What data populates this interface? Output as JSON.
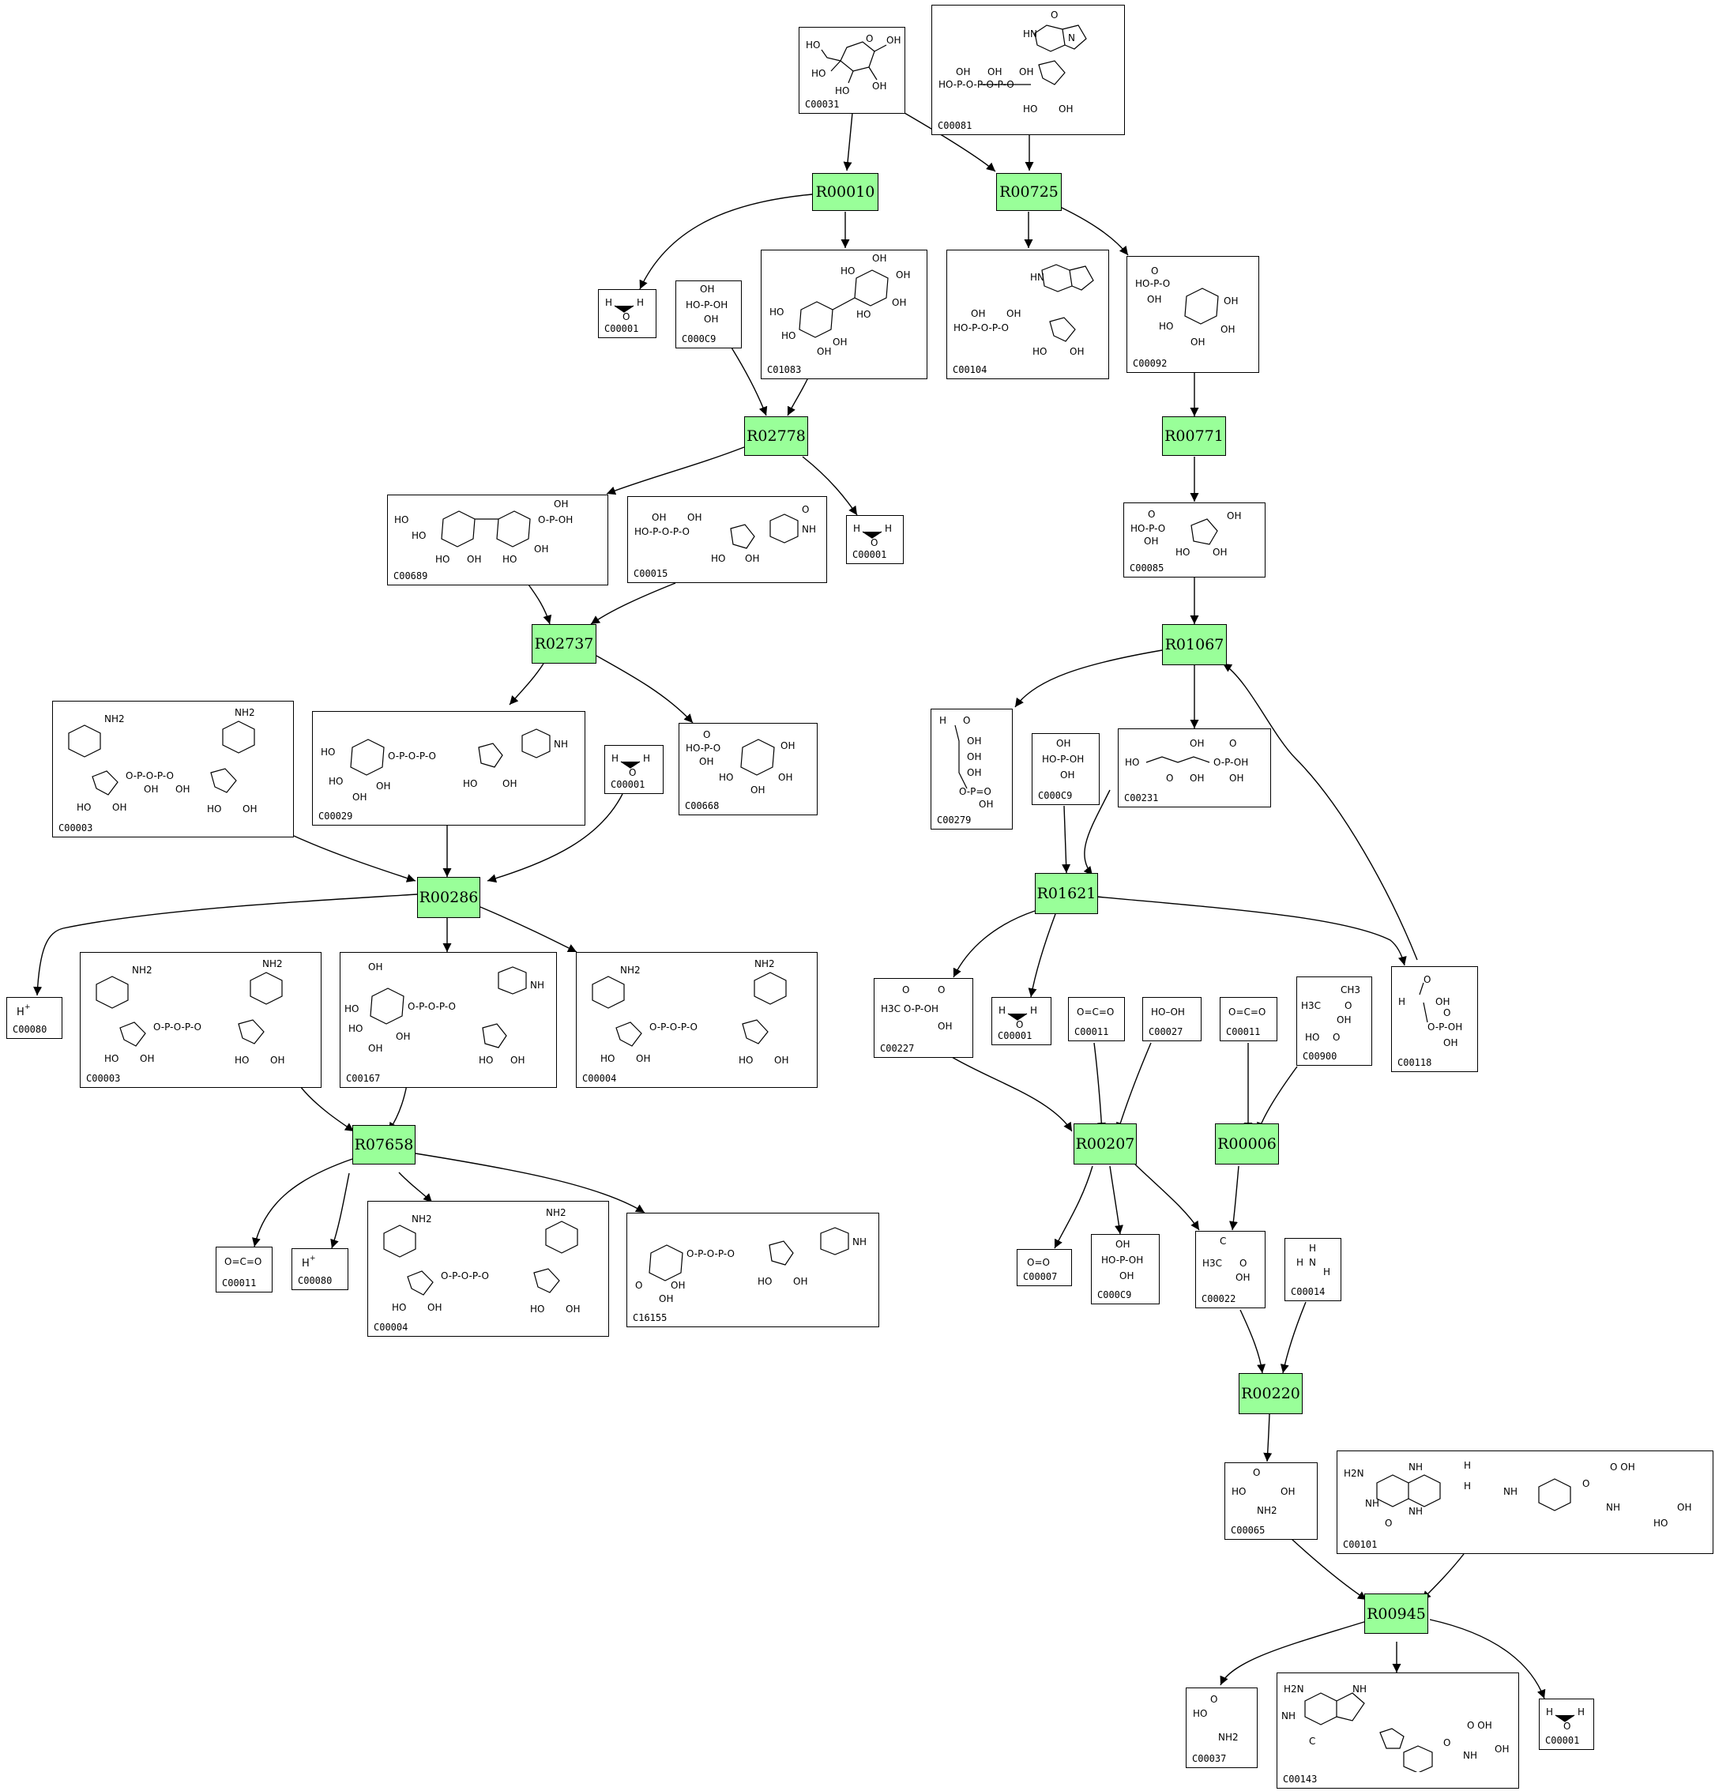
{
  "colors": {
    "reaction_fill": "#99ff99",
    "compound_fill": "#ffffff",
    "edge": "#000000"
  },
  "reactions": {
    "R00010": "R00010",
    "R00725": "R00725",
    "R02778": "R02778",
    "R00771": "R00771",
    "R02737": "R02737",
    "R01067": "R01067",
    "R00286": "R00286",
    "R01621": "R01621",
    "R07658": "R07658",
    "R00207": "R00207",
    "R00006": "R00006",
    "R00220": "R00220",
    "R00945": "R00945"
  },
  "compounds": {
    "c_C00031": "C00031",
    "c_C00081": "C00081",
    "c_C00001_a": "C00001",
    "c_C00009_a": "C000C9",
    "c_C01083": "C01083",
    "c_C00104": "C00104",
    "c_C00092": "C00092",
    "c_C00689": "C00689",
    "c_C00015": "C00015",
    "c_C00001_b": "C00001",
    "c_C00085": "C00085",
    "c_C00003_a": "C00003",
    "c_C00029": "C00029",
    "c_C00001_c": "C00001",
    "c_C00668": "C00668",
    "c_C00279": "C00279",
    "c_C00009_b": "C000C9",
    "c_C00231": "C00231",
    "c_C00080_a": "C00080",
    "c_C00003_b": "C00003",
    "c_C00167": "C00167",
    "c_C00004_a": "C00004",
    "c_C00227": "C00227",
    "c_C00001_d": "C00001",
    "c_C00011_a": "C00011",
    "c_C00027": "C00027",
    "c_C00011_b": "C00011",
    "c_C00900": "C00900",
    "c_C00118": "C00118",
    "c_C00011_c": "C00011",
    "c_C00080_b": "C00080",
    "c_C00004_b": "C00004",
    "c_C16155": "C16155",
    "c_C00007": "C00007",
    "c_C00009_c": "C000C9",
    "c_C00022": "C00022",
    "c_C00014": "C00014",
    "c_C00065": "C00065",
    "c_C00101": "C00101",
    "c_C00037": "C00037",
    "c_C00143": "C00143",
    "c_C00001_e": "C00001"
  },
  "structure_text": {
    "h2o_H": "H",
    "h2o_O": "O",
    "hplus_main": "H",
    "hplus_sup": "+",
    "co2": "O=C=O",
    "o2": "O=O",
    "h2o2": "HO–OH",
    "nh3_H": "H",
    "nh3_N": "N",
    "nh3_H2": "H",
    "oh": "OH",
    "ho": "HO",
    "p": "P",
    "o": "O",
    "nh2": "NH2",
    "n": "N",
    "nh": "NH",
    "ch3": "CH3",
    "h3c": "H3C",
    "h2n": "H2N"
  }
}
